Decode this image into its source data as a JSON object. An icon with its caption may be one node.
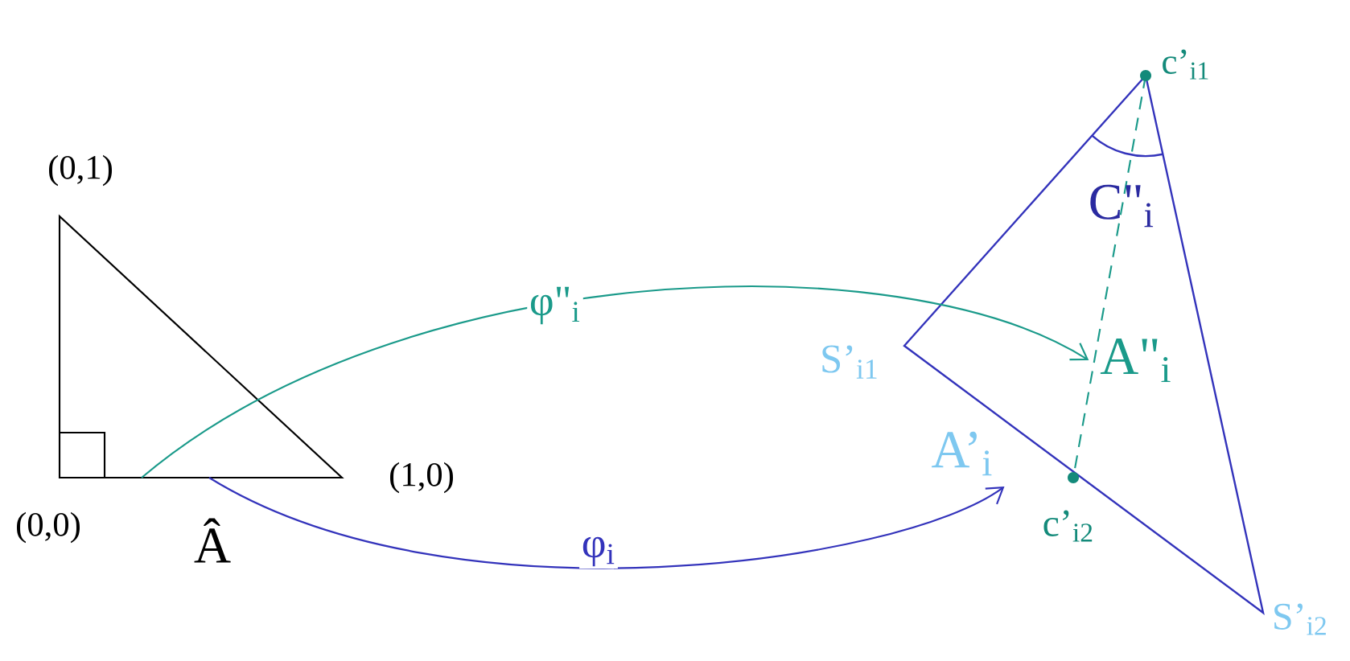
{
  "diagram": {
    "nodes": [
      {
        "text": [],
        "shape": "triangle",
        "beside": [
          "(0,1)",
          "(1,0)",
          "(0,0)",
          "Â"
        ]
      },
      {
        "text": [
          "A\"$_{i}$"
        ]
      },
      {
        "text": [
          "A’$_{i}$"
        ]
      }
    ],
    "edges": [
      {
        "from": 0,
        "to": 1,
        "arrow": "to",
        "label": "φ\"$_{i}$",
        "color": "#1a9a8a"
      },
      {
        "from": 0,
        "to": 2,
        "arrow": "to",
        "label": "φ$_{i}$",
        "color": "#3333bb"
      }
    ],
    "labels": [
      "c’$_{i1}$",
      "C\"$_{i}$",
      "S’$_{i1}$",
      "c’$_{i2}$",
      "S’$_{i2}$"
    ]
  }
}
